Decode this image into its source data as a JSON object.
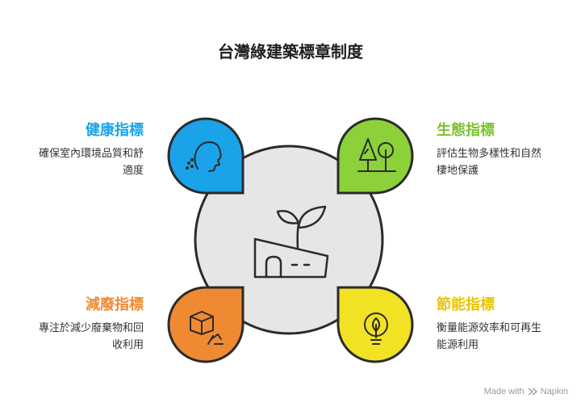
{
  "title": "台灣綠建築標章制度",
  "quadrants": {
    "health": {
      "label": "健康指標",
      "desc_line1": "確保室內環境品質和舒",
      "desc_line2": "適度",
      "color": "#1aa3e8",
      "label_color": "#1aa3e8",
      "icon": "person-breathing-icon"
    },
    "ecology": {
      "label": "生態指標",
      "desc_line1": "評估生物多樣性和自然",
      "desc_line2": "棲地保護",
      "color": "#8cd13a",
      "label_color": "#7cc22e",
      "icon": "trees-icon"
    },
    "waste": {
      "label": "減廢指標",
      "desc_line1": "專注於減少廢棄物和回",
      "desc_line2": "收利用",
      "color": "#f08a32",
      "label_color": "#f08a32",
      "icon": "box-recycle-icon"
    },
    "energy": {
      "label": "節能指標",
      "desc_line1": "衡量能源效率和可再生",
      "desc_line2": "能源利用",
      "color": "#f2e224",
      "label_color": "#e8c400",
      "icon": "lightbulb-icon"
    }
  },
  "center_icon": "green-building-sprout-icon",
  "watermark": {
    "made_with": "Made with",
    "brand": "Napkin"
  }
}
